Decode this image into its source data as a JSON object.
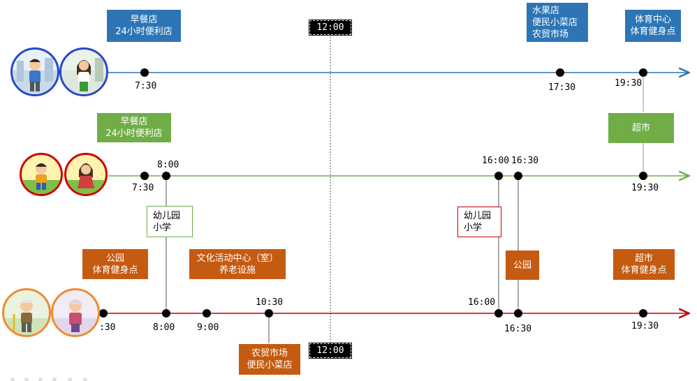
{
  "noon_marker": {
    "top_label": "12:00",
    "bottom_label": "12:00"
  },
  "colors": {
    "worker": "#2e75b6",
    "child": "#70ad47",
    "senior": "#c00000",
    "senior_box": "#c55a11"
  },
  "timelines": {
    "worker": {
      "avatars": [
        "man-avatar-icon",
        "woman-avatar-icon"
      ],
      "events": [
        {
          "time": "7:30",
          "labels": [
            "早餐店",
            "24小时便利店"
          ]
        },
        {
          "time": "17:30",
          "labels": [
            "水果店",
            "便民小菜店",
            "农贸市场"
          ]
        },
        {
          "time": "19:30",
          "labels": [
            "体育中心",
            "体育健身点"
          ]
        }
      ]
    },
    "child": {
      "avatars": [
        "boy-avatar-icon",
        "girl-avatar-icon"
      ],
      "events": [
        {
          "time": "7:30",
          "labels": [
            "早餐店",
            "24小时便利店"
          ]
        },
        {
          "time": "8:00",
          "labels": [
            "幼儿园",
            "小学"
          ]
        },
        {
          "time": "16:00",
          "labels": [
            "幼儿园",
            "小学"
          ]
        },
        {
          "time": "16:30",
          "labels": []
        },
        {
          "time": "19:30",
          "labels": [
            "超市"
          ]
        }
      ]
    },
    "senior": {
      "avatars": [
        "grandpa-avatar-icon",
        "grandma-avatar-icon"
      ],
      "events": [
        {
          "time": ":30",
          "labels": [
            "公园",
            "体育健身点"
          ]
        },
        {
          "time": "8:00",
          "labels": []
        },
        {
          "time": "9:00",
          "labels": [
            "文化活动中心（室）",
            "养老设施"
          ]
        },
        {
          "time": "10:30",
          "labels": [
            "农贸市场",
            "便民小菜店"
          ]
        },
        {
          "time": "16:00",
          "labels": []
        },
        {
          "time": "16:30",
          "labels": [
            "公园"
          ]
        },
        {
          "time": "19:30",
          "labels": [
            "超市",
            "体育健身点"
          ]
        }
      ]
    }
  }
}
